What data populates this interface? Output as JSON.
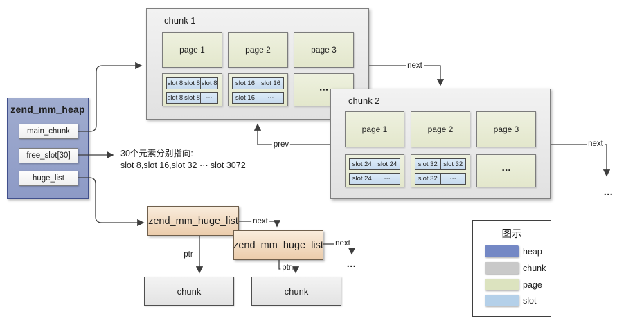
{
  "diagram": {
    "heap": {
      "title": "zend_mm_heap",
      "fields": [
        "main_chunk",
        "free_slot[30]",
        "huge_list"
      ]
    },
    "chunks": [
      {
        "title": "chunk 1",
        "pages": [
          "page 1",
          "page 2",
          "page 3"
        ],
        "slot_groups": [
          {
            "rows": [
              [
                "slot 8",
                "slot 8",
                "slot 8"
              ],
              [
                "slot 8",
                "slot 8",
                "⋯"
              ]
            ]
          },
          {
            "rows": [
              [
                "slot 16",
                "slot 16"
              ],
              [
                "slot 16",
                "⋯"
              ]
            ]
          },
          {
            "ellipsis": "⋯"
          }
        ]
      },
      {
        "title": "chunk 2",
        "pages": [
          "page 1",
          "page 2",
          "page 3"
        ],
        "slot_groups": [
          {
            "rows": [
              [
                "slot 24",
                "slot 24"
              ],
              [
                "slot 24",
                "⋯"
              ]
            ]
          },
          {
            "rows": [
              [
                "slot 32",
                "slot 32"
              ],
              [
                "slot 32",
                "⋯"
              ]
            ]
          },
          {
            "ellipsis": "⋯"
          }
        ]
      }
    ],
    "free_slot_note": {
      "line1": "30个元素分别指向:",
      "line2": "slot 8,slot 16,slot 32 ⋯ slot 3072"
    },
    "huge_list": {
      "nodes": [
        "zend_mm_huge_list",
        "zend_mm_huge_list"
      ],
      "chunks": [
        "chunk",
        "chunk"
      ]
    },
    "labels": {
      "next": "next",
      "prev": "prev",
      "ptr": "ptr",
      "more": "…"
    },
    "legend": {
      "title": "图示",
      "items": [
        {
          "label": "heap",
          "color": "#7488c5"
        },
        {
          "label": "chunk",
          "color": "#c9c9c9"
        },
        {
          "label": "page",
          "color": "#dce3bf"
        },
        {
          "label": "slot",
          "color": "#b4d0e9"
        }
      ]
    }
  }
}
